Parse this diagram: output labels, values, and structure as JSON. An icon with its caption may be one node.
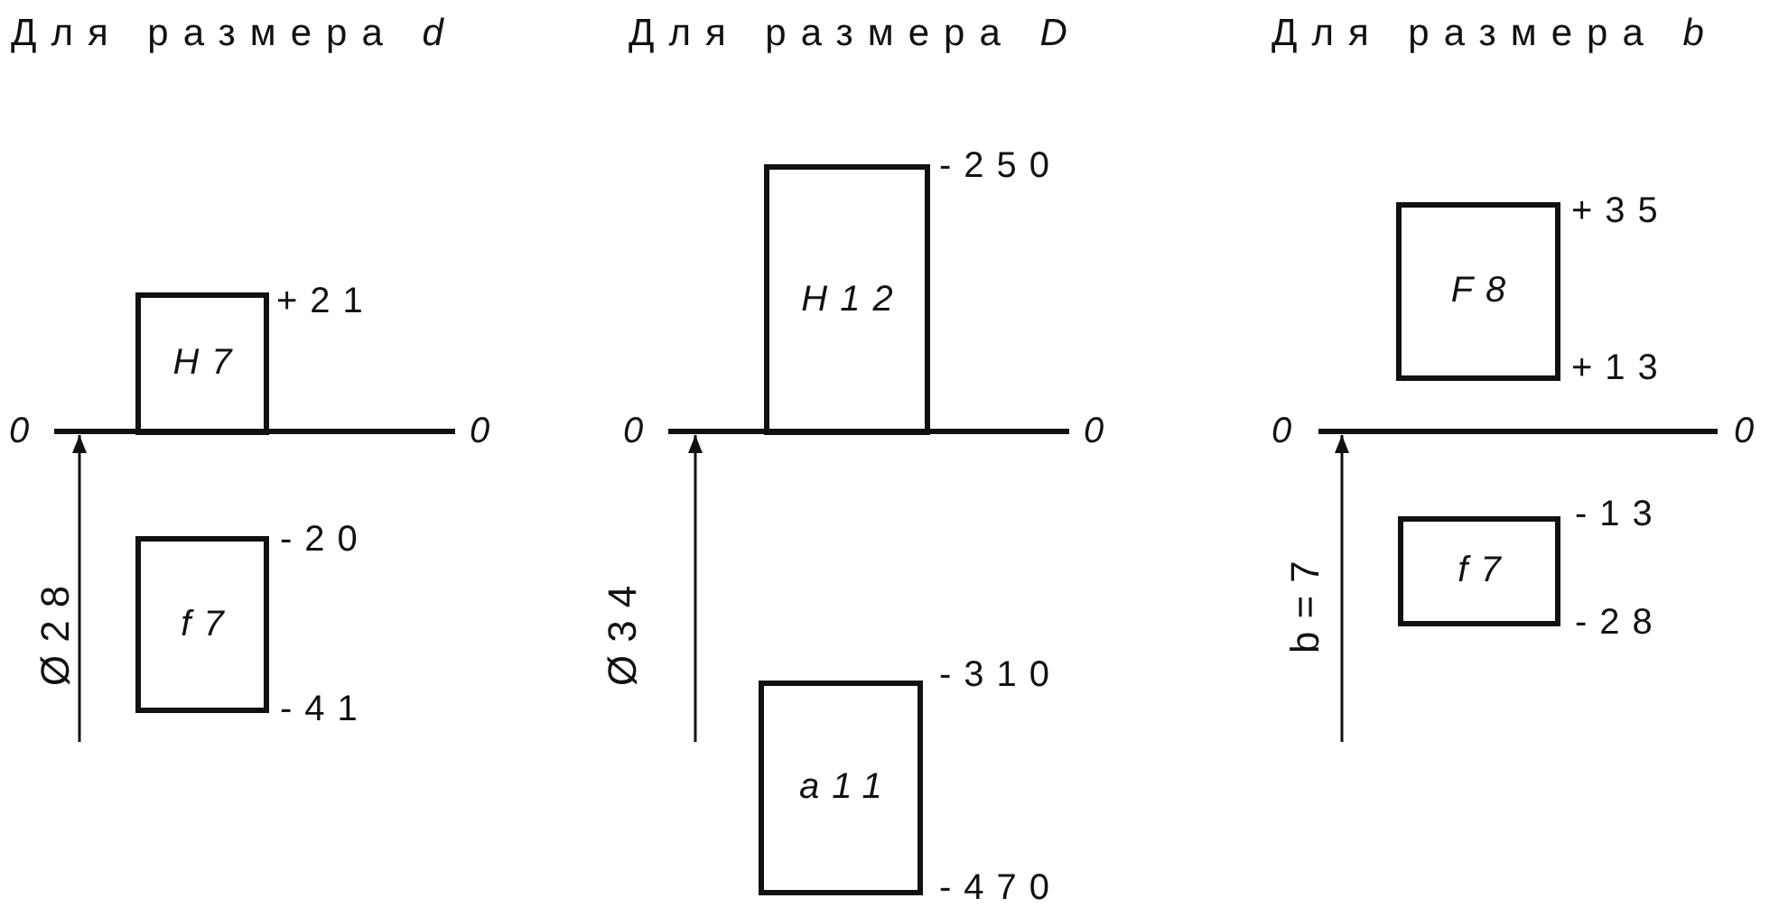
{
  "diagram": {
    "nodes": [
      {
        "text": [
          "H7"
        ],
        "beside": [
          "+21"
        ]
      },
      {
        "text": [
          "f7"
        ],
        "beside": [
          "-20",
          "-41"
        ]
      },
      {
        "text": [
          "H12"
        ],
        "beside": [
          "-250"
        ]
      },
      {
        "text": [
          "a11"
        ],
        "beside": [
          "-310",
          "-470"
        ]
      },
      {
        "text": [
          "F8"
        ],
        "beside": [
          "+35",
          "+13"
        ]
      },
      {
        "text": [
          "f7"
        ],
        "beside": [
          "-13",
          "-28"
        ]
      }
    ],
    "labels": [
      "Для размера *d*",
      "Для размера *D*",
      "Для размера *b*",
      "0",
      "0",
      "Ø28",
      "0",
      "0",
      "Ø34",
      "0",
      "0",
      "b=7"
    ]
  }
}
